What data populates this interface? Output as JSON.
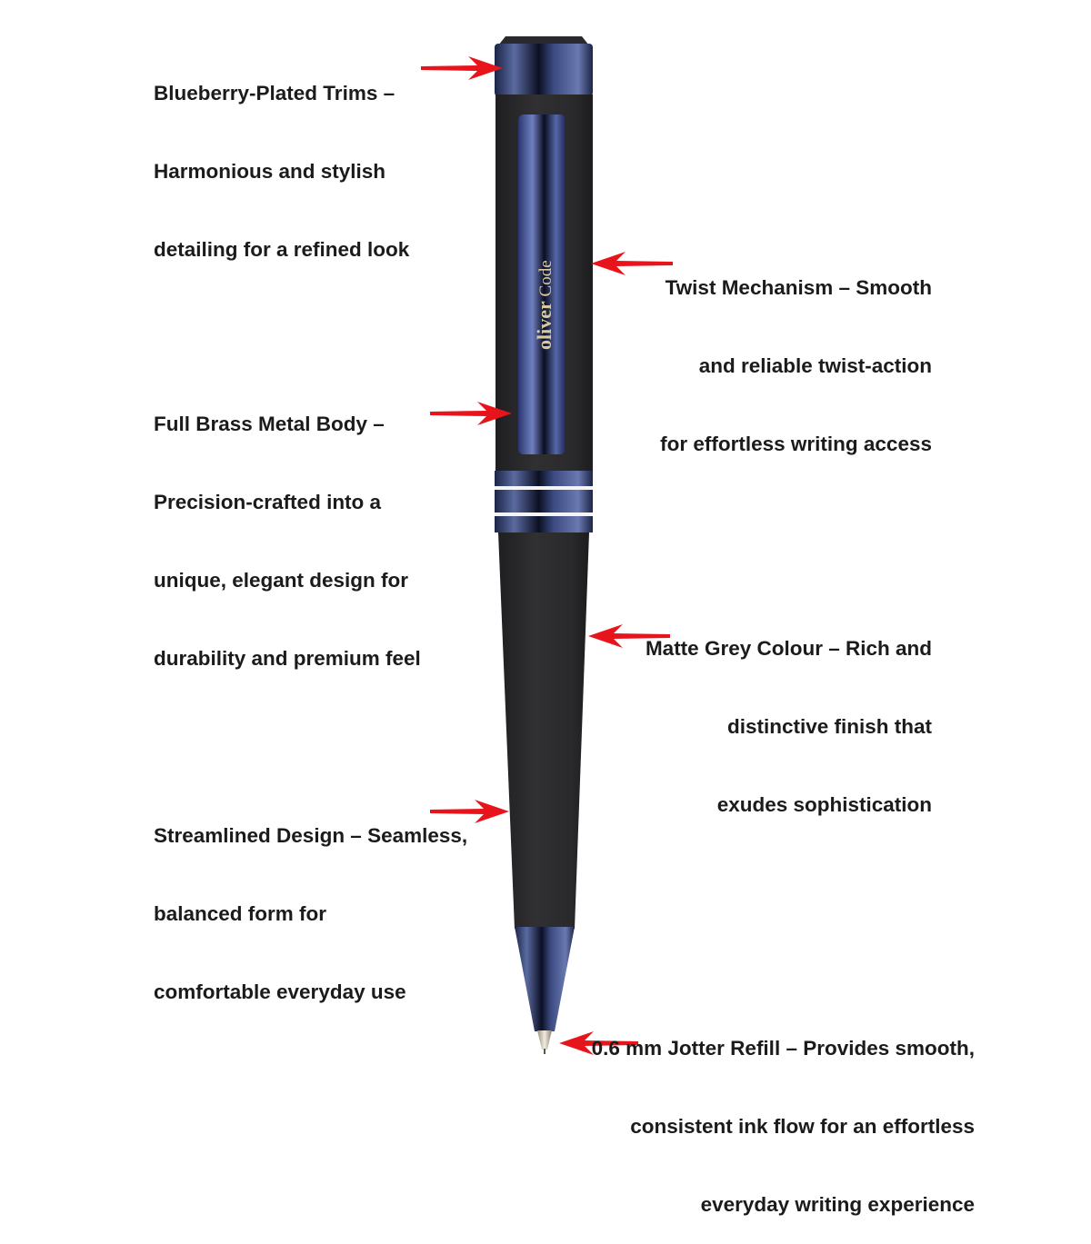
{
  "product": {
    "brand_engraving": "oliver Code",
    "colors": {
      "body": "#2b2b2d",
      "trim": "#2c3a66",
      "arrow": "#e8141b",
      "text": "#1b1b1b"
    }
  },
  "annotations": [
    {
      "id": "trims",
      "lines": [
        "Blueberry-Plated Trims –",
        "Harmonious and stylish",
        "detailing for a refined look"
      ]
    },
    {
      "id": "twist",
      "lines": [
        "Twist Mechanism – Smooth",
        "and reliable twist-action",
        "for effortless writing access"
      ]
    },
    {
      "id": "body",
      "lines": [
        "Full Brass Metal Body –",
        "Precision-crafted into a",
        "unique, elegant design for",
        "durability and premium feel"
      ]
    },
    {
      "id": "colour",
      "lines": [
        "Matte Grey Colour – Rich and",
        "distinctive finish that",
        "exudes sophistication"
      ]
    },
    {
      "id": "design",
      "lines": [
        "Streamlined Design – Seamless,",
        "balanced form for",
        "comfortable everyday use"
      ]
    },
    {
      "id": "refill",
      "lines": [
        "0.6 mm Jotter Refill – Provides smooth,",
        "consistent ink flow for an effortless",
        "everyday writing experience"
      ]
    }
  ]
}
